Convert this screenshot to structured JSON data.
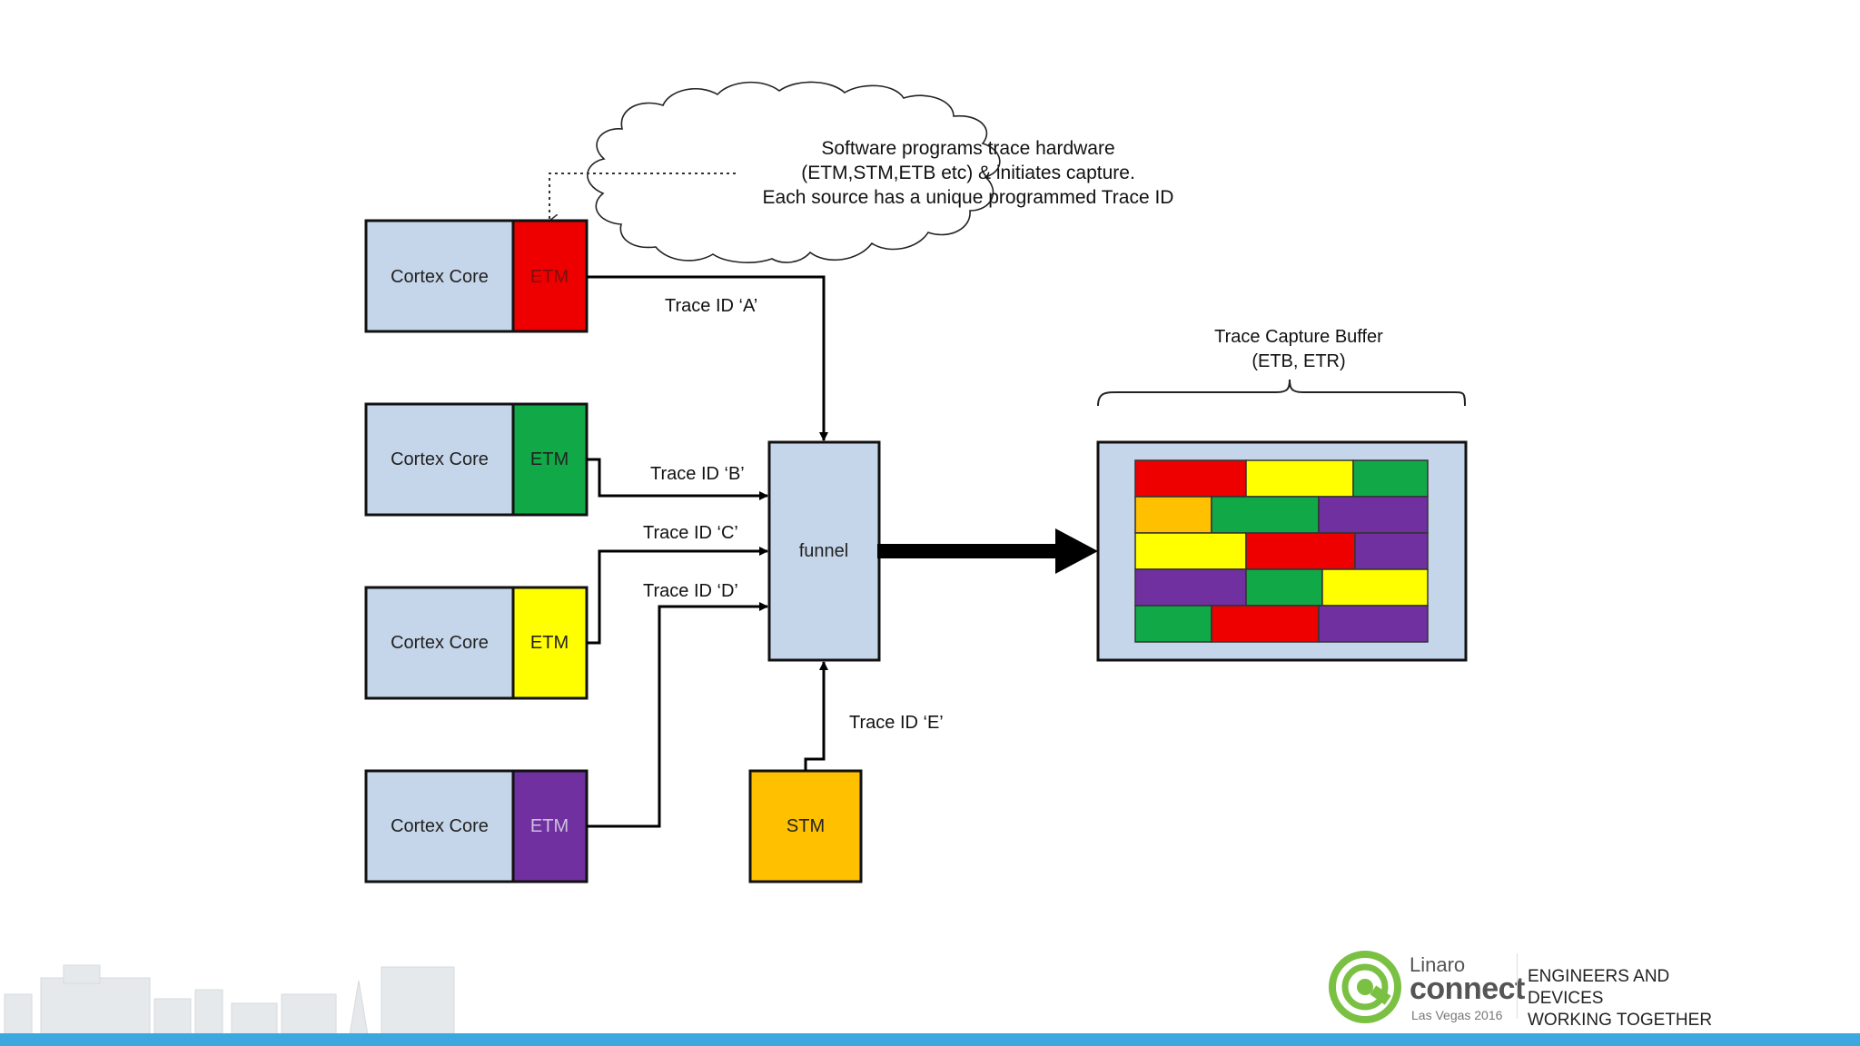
{
  "colors": {
    "core_fill": "#c6d6ea",
    "etm_red": "#ee0000",
    "etm_green": "#11a847",
    "etm_yellow": "#ffff00",
    "etm_purple": "#7030a0",
    "stm_orange": "#ffc000",
    "accent_blue": "#3da7e0",
    "logo_green": "#7ac143"
  },
  "cloud": {
    "line1": "Software programs trace hardware",
    "line2": "(ETM,STM,ETB etc) & initiates capture.",
    "line3": "Each source has a unique programmed Trace ID"
  },
  "cores": [
    {
      "core_label": "Cortex Core",
      "etm_label": "ETM",
      "trace_label": "Trace ID ‘A’"
    },
    {
      "core_label": "Cortex Core",
      "etm_label": "ETM",
      "trace_label": "Trace ID ‘B’"
    },
    {
      "core_label": "Cortex Core",
      "etm_label": "ETM",
      "trace_label": "Trace ID ‘C’"
    },
    {
      "core_label": "Cortex Core",
      "etm_label": "ETM",
      "trace_label": "Trace ID ‘D’"
    }
  ],
  "funnel": {
    "label": "funnel"
  },
  "stm": {
    "label": "STM",
    "trace_label": "Trace ID ‘E’"
  },
  "buffer": {
    "title_line1": "Trace Capture Buffer",
    "title_line2": "(ETB, ETR)",
    "blocks": [
      [
        "red",
        "yellow",
        "green"
      ],
      [
        "orange",
        "green",
        "purple"
      ],
      [
        "yellow",
        "red",
        "purple"
      ],
      [
        "purple",
        "green",
        "yellow"
      ],
      [
        "green",
        "red",
        "purple"
      ]
    ]
  },
  "footer": {
    "brand_line1": "Linaro",
    "brand_line2": "connect",
    "event": "Las Vegas 2016",
    "tagline_line1": "ENGINEERS AND DEVICES",
    "tagline_line2": "WORKING TOGETHER"
  }
}
